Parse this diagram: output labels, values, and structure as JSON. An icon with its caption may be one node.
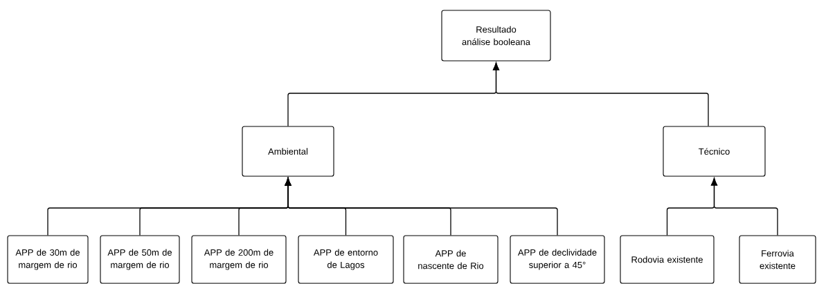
{
  "diagram": {
    "nodes": [
      {
        "text": [
          "Resultado análise booleana"
        ]
      },
      {
        "text": [
          "Ambiental"
        ]
      },
      {
        "text": [
          "Técnico"
        ]
      },
      {
        "text": [
          "APP de 30m de margem de rio"
        ]
      },
      {
        "text": [
          "APP de 50m de margem de rio"
        ]
      },
      {
        "text": [
          "APP de 200m de margem de rio"
        ]
      },
      {
        "text": [
          "APP de entorno de Lagos"
        ]
      },
      {
        "text": [
          "APP de nascente de Rio"
        ]
      },
      {
        "text": [
          "APP de declividade superior a 45°"
        ]
      },
      {
        "text": [
          "Rodovia existente"
        ]
      },
      {
        "text": [
          "Ferrovia existente"
        ]
      }
    ],
    "edges": [
      {
        "from": 1,
        "to": 0,
        "arrow": "to"
      },
      {
        "from": 2,
        "to": 0,
        "arrow": "to"
      },
      {
        "from": 3,
        "to": 1,
        "arrow": "to"
      },
      {
        "from": 4,
        "to": 1,
        "arrow": "to"
      },
      {
        "from": 5,
        "to": 1,
        "arrow": "to"
      },
      {
        "from": 6,
        "to": 1,
        "arrow": "to"
      },
      {
        "from": 7,
        "to": 1,
        "arrow": "to"
      },
      {
        "from": 8,
        "to": 1,
        "arrow": "to"
      },
      {
        "from": 9,
        "to": 2,
        "arrow": "to"
      },
      {
        "from": 10,
        "to": 2,
        "arrow": "to"
      }
    ]
  }
}
